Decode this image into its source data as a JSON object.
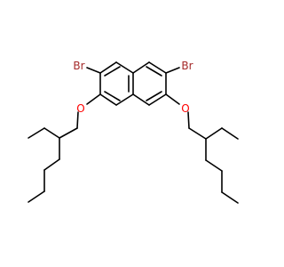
{
  "atoms": {
    "br_left": {
      "label": "Br",
      "color": "#a52a2a"
    },
    "br_right": {
      "label": "Br",
      "color": "#a52a2a"
    },
    "o_left": {
      "label": "O",
      "color": "#ff0000"
    },
    "o_right": {
      "label": "O",
      "color": "#ff0000"
    }
  },
  "colors": {
    "bond": "#000000",
    "background": "#ffffff"
  }
}
